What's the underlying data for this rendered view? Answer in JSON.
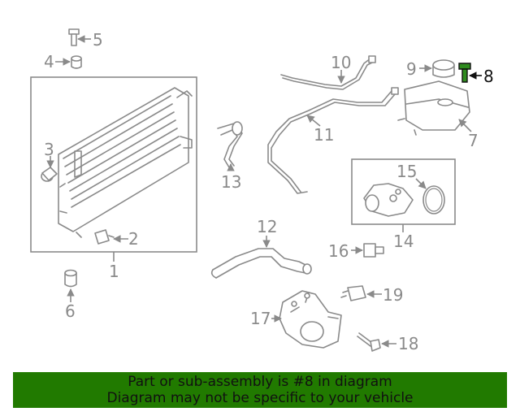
{
  "callouts": {
    "c1": "1",
    "c2": "2",
    "c3": "3",
    "c4": "4",
    "c5": "5",
    "c6": "6",
    "c7": "7",
    "c8": "8",
    "c9": "9",
    "c10": "10",
    "c11": "11",
    "c12": "12",
    "c13": "13",
    "c14": "14",
    "c15": "15",
    "c16": "16",
    "c17": "17",
    "c18": "18",
    "c19": "19"
  },
  "highlighted_part": "8",
  "colors": {
    "banner_bg": "#217a00",
    "part_stroke": "#8a8a8a",
    "highlight_part": "#2e8b1e"
  },
  "banner": {
    "line1": "Part or sub-assembly is #8 in diagram",
    "line2": "Diagram may not be specific to your vehicle"
  }
}
